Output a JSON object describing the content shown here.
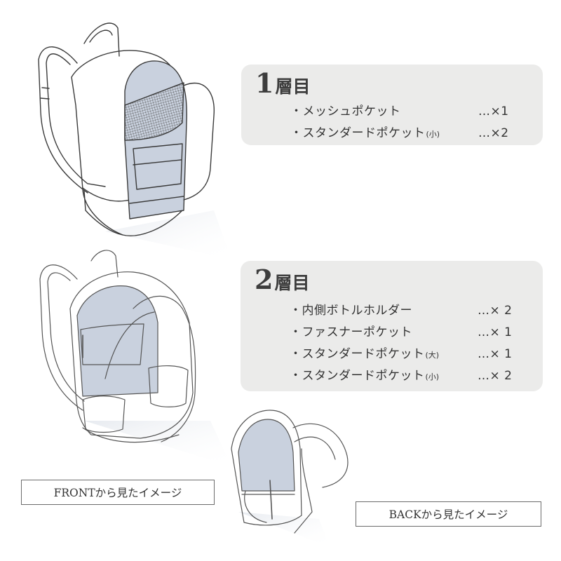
{
  "layers": [
    {
      "number": "1",
      "suffix": "層目",
      "pockets": [
        {
          "name": "メッシュポケット",
          "size": "",
          "qty": "…×1"
        },
        {
          "name": "スタンダードポケット",
          "size": "(小)",
          "qty": "…×2"
        }
      ]
    },
    {
      "number": "2",
      "suffix": "層目",
      "pockets": [
        {
          "name": "内側ボトルホルダー",
          "size": "",
          "qty": "…× 2"
        },
        {
          "name": "ファスナーポケット",
          "size": "",
          "qty": "…× 1"
        },
        {
          "name": "スタンダードポケット",
          "size": "(大)",
          "qty": "…× 1"
        },
        {
          "name": "スタンダードポケット",
          "size": "(小)",
          "qty": "…× 2"
        }
      ]
    }
  ],
  "captions": {
    "front": "FRONTから見たイメージ",
    "back": "BACKから見たイメージ"
  },
  "colors": {
    "panel_bg": "#ebebea",
    "interior_blue": "#c9d1de",
    "sketch_line": "#3a3a3a",
    "text": "#333333"
  }
}
